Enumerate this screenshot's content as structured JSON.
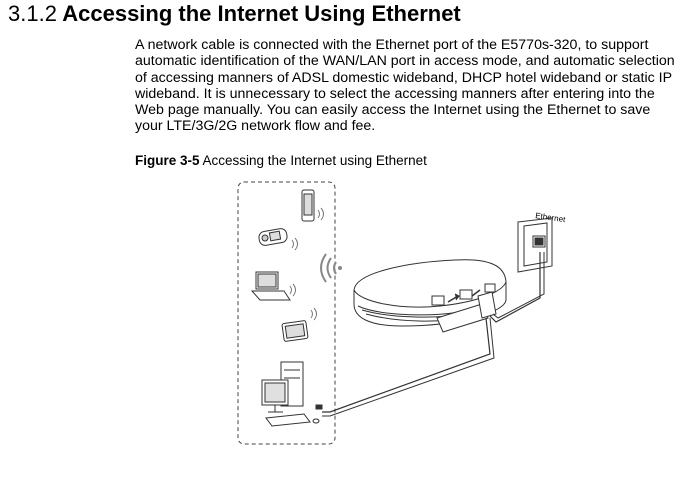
{
  "section": {
    "number": "3.1.2",
    "title": "Accessing the Internet Using Ethernet"
  },
  "paragraph": {
    "lines": [
      "A network cable is connected with the Ethernet port of the E5770s-320, to support",
      "automatic identification of the WAN/LAN port in access mode, and automatic selection",
      "of accessing manners of ADSL domestic wideband, DHCP hotel wideband or static IP",
      "wideband. It is unnecessary to select the accessing manners after entering into the",
      "Web page manually. You can easily access the Internet using the Ethernet to save",
      "your LTE/3G/2G network flow and fee."
    ]
  },
  "figure": {
    "caption_label": "Figure 3-5",
    "caption_text": " Accessing the Internet using Ethernet",
    "wall_port_label": "Ethernet"
  }
}
